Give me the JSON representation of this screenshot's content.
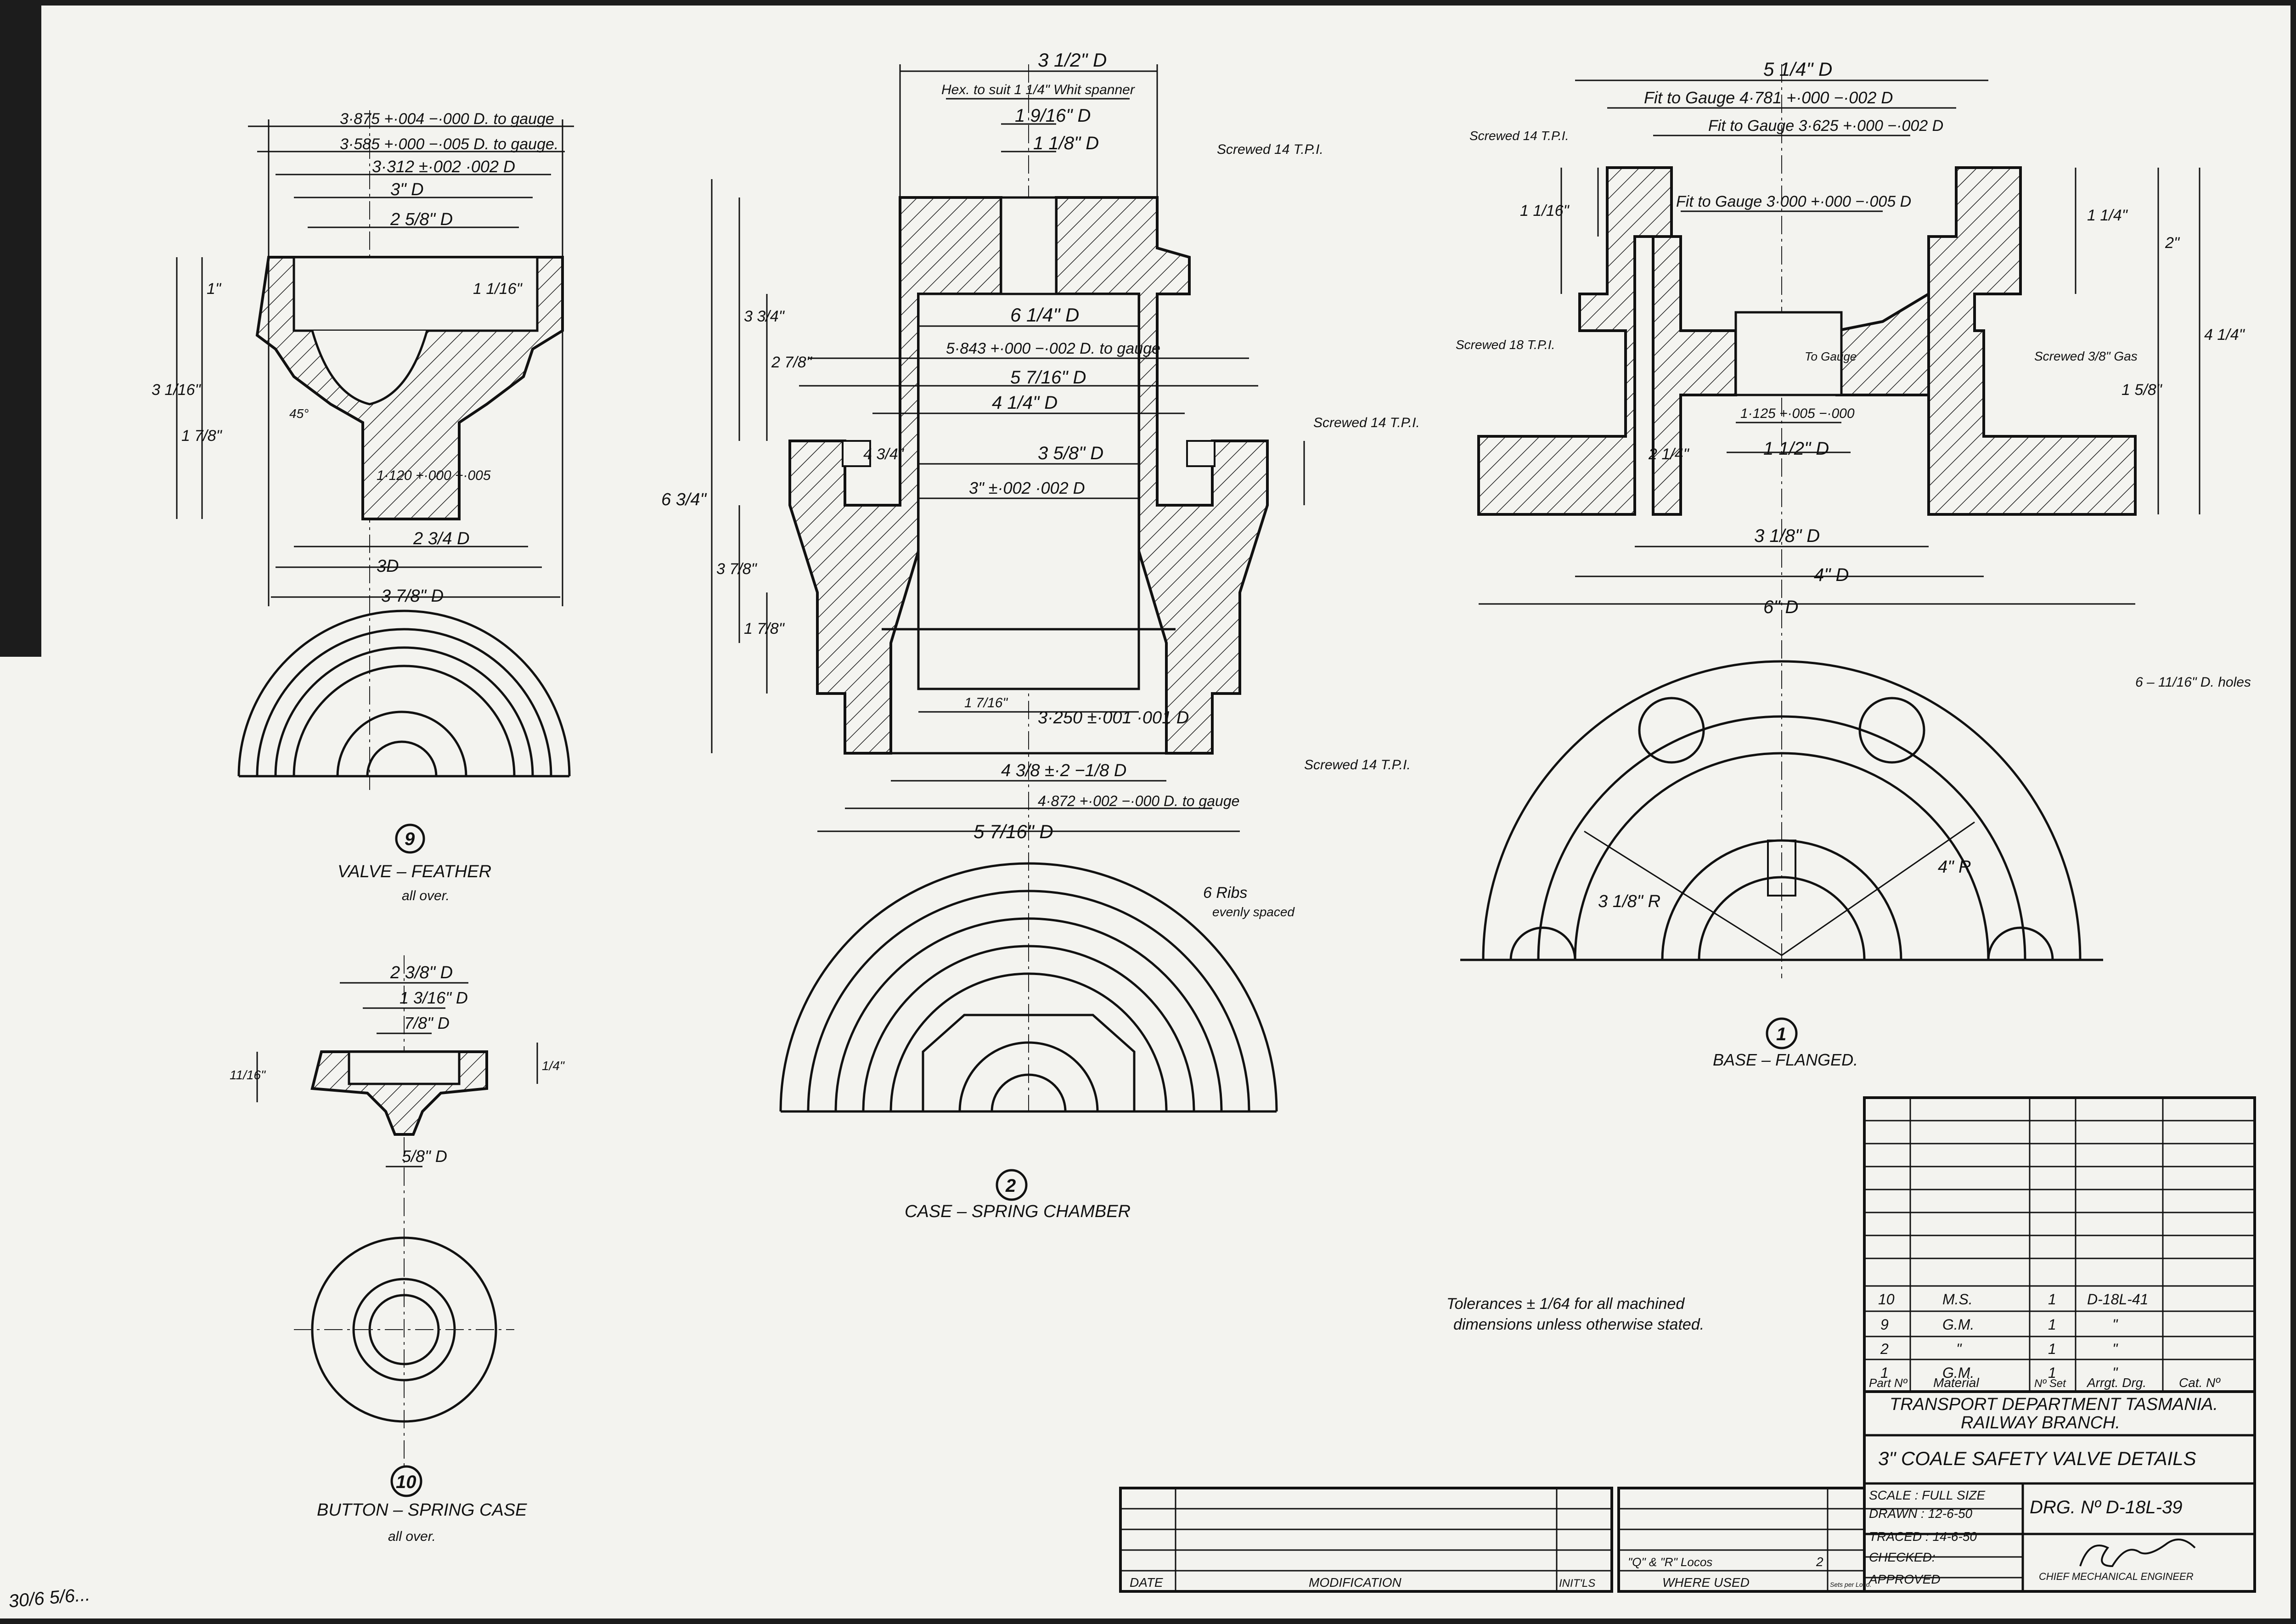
{
  "drawing": {
    "views": {
      "valve_feather": {
        "number": "9",
        "title": "VALVE – FEATHER",
        "note": "all over.",
        "dims": {
          "d1": "3·875 +·004 −·000 D. to gauge",
          "d2": "3·585 +·000 −·005 D. to gauge.",
          "d3": "3·312 ±·002 ·002 D",
          "d4": "3\" D",
          "d5": "2 5/8\" D",
          "h1": "1\"",
          "h2": "1 1/16\"",
          "h3": "3 1/16\"",
          "h4": "1 7/8\"",
          "bore": "1·120 +·000 −·005",
          "d6": "2 3/4 D",
          "d7": "3D",
          "d8": "3 7/8\" D",
          "angle": "45°"
        }
      },
      "button_spring_case": {
        "number": "10",
        "title": "BUTTON – SPRING CASE",
        "note": "all over.",
        "dims": {
          "d1": "2 3/8\" D",
          "d2": "1 3/16\" D",
          "d3": "7/8\" D",
          "d4": "5/8\" D",
          "h1": "11/16\"",
          "h2": "1/4\""
        }
      },
      "case_spring_chamber": {
        "number": "2",
        "title": "CASE – SPRING CHAMBER",
        "notes": {
          "hex": "Hex. to suit 1 1/4\" Whit spanner",
          "screwed_top": "Screwed 14 T.P.I.",
          "screwed_side": "Screwed 14 T.P.I.",
          "screwed_bottom": "Screwed 14 T.P.I.",
          "ribs_1": "6 Ribs",
          "ribs_2": "evenly spaced"
        },
        "dims": {
          "d_top": "3 1/2\" D",
          "d_a": "1 9/16\" D",
          "d_b": "1 1/8\" D",
          "d_c": "6 1/4\" D",
          "d_d": "5·843 +·000 −·002 D. to gauge",
          "d_e": "5 7/16\" D",
          "d_f": "4 1/4\" D",
          "d_g": "3 5/8\" D",
          "d_h": "3\" ±·002 ·002 D",
          "d_i": "3·250 ±·001 ·001 D",
          "d_j": "4 3/8 ±·2 −1/8 D",
          "d_k": "4·872 +·002 −·000 D. to gauge",
          "d_l": "5 7/16\" D",
          "h_total": "6 3/4\"",
          "h_a": "3 3/4\"",
          "h_b": "2 7/8\"",
          "h_c": "4 3/4\"",
          "h_d": "3 7/8\"",
          "h_e": "1 7/8\"",
          "h_f": "1 7/16\""
        }
      },
      "base_flanged": {
        "number": "1",
        "title": "BASE – FLANGED.",
        "notes": {
          "screwed_top": "Screwed 14 T.P.I.",
          "screwed_mid": "Screwed 18 T.P.I.",
          "screwed_gas": "Screwed 3/8\" Gas",
          "holes": "6 – 11/16\" D. holes",
          "to_gauge": "To Gauge"
        },
        "dims": {
          "d_top": "5 1/4\" D",
          "d_a": "Fit to Gauge  4·781 +·000 −·002 D",
          "d_b": "Fit to Gauge  3·625 +·000 −·002 D",
          "d_c": "Fit to Gauge  3·000 +·000 −·005 D",
          "d_d": "1·125 +·005 −·000",
          "d_e": "1 1/2\" D",
          "d_f": "3 1/8\" D",
          "d_g": "4\" D",
          "d_h": "6\" D",
          "r_a": "3 1/8\" R",
          "r_b": "4\" R",
          "h_a": "1 1/4\"",
          "h_b": "2\"",
          "h_c": "4 1/4\"",
          "h_d": "1 5/8\"",
          "h_e": "1 1/16\"",
          "h_f": "2 1/4\""
        }
      }
    },
    "tolerance_note_1": "Tolerances ± 1/64 for all machined",
    "tolerance_note_2": "dimensions unless otherwise stated."
  },
  "parts_list": {
    "headers": [
      "Part Nº",
      "Material",
      "Nº Set",
      "Arrgt. Drg.",
      "Cat. Nº"
    ],
    "rows": [
      [
        "10",
        "M.S.",
        "1",
        "D-18L-41",
        ""
      ],
      [
        "9",
        "G.M.",
        "1",
        "\"",
        ""
      ],
      [
        "2",
        "\"",
        "1",
        "\"",
        ""
      ],
      [
        "1",
        "G.M.",
        "1",
        "\"",
        ""
      ]
    ]
  },
  "title_block": {
    "authority_1": "TRANSPORT DEPARTMENT TASMANIA.",
    "authority_2": "RAILWAY BRANCH.",
    "drawing_title": "3\" COALE SAFETY VALVE DETAILS",
    "scale": "SCALE : FULL SIZE",
    "drawn": "DRAWN : 12-6-50",
    "traced": "TRACED : 14-6-50",
    "checked": "CHECKED:",
    "approved": "APPROVED",
    "drg_no": "DRG. Nº D-18L-39",
    "signature_caption": "CHIEF MECHANICAL ENGINEER"
  },
  "revision_block": {
    "date": "DATE",
    "modification": "MODIFICATION",
    "initials": "INIT'LS",
    "where_used": "WHERE USED",
    "sets_per_loco": "Sets per Loco.",
    "where_used_entry": "\"Q\" & \"R\" Locos",
    "sets_entry": "2"
  },
  "archive_number": "30/6 5/6..."
}
